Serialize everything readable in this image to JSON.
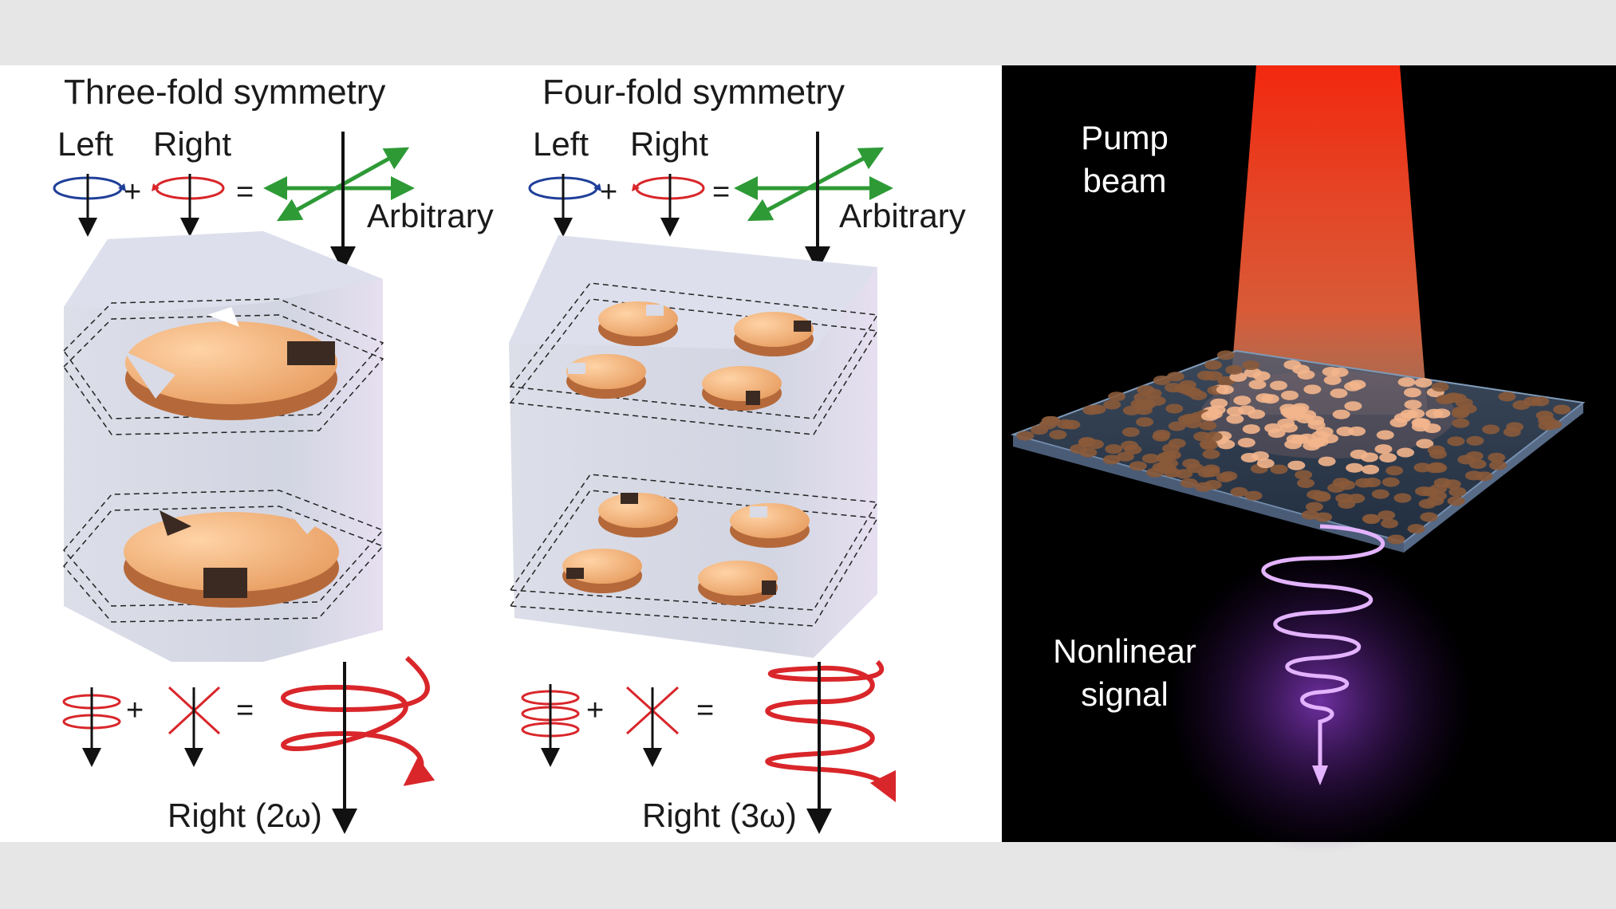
{
  "panels": {
    "three_fold": {
      "title": "Three-fold symmetry",
      "left": "Left",
      "right": "Right",
      "plus": "+",
      "equals": "=",
      "arbitrary": "Arbitrary",
      "output": "Right (2ω)"
    },
    "four_fold": {
      "title": "Four-fold symmetry",
      "left": "Left",
      "right": "Right",
      "plus": "+",
      "equals": "=",
      "arbitrary": "Arbitrary",
      "output": "Right (3ω)"
    },
    "metasurface": {
      "pump_line1": "Pump",
      "pump_line2": "beam",
      "signal_line1": "Nonlinear",
      "signal_line2": "signal"
    }
  },
  "colors": {
    "left_circular": "#1f3f99",
    "right_circular": "#d9262a",
    "arbitrary": "#2e9a36",
    "disk": "#f2b07a",
    "slab": "#cfd2e2",
    "pump": "#ff3a1a",
    "signal": "#c87cff"
  }
}
